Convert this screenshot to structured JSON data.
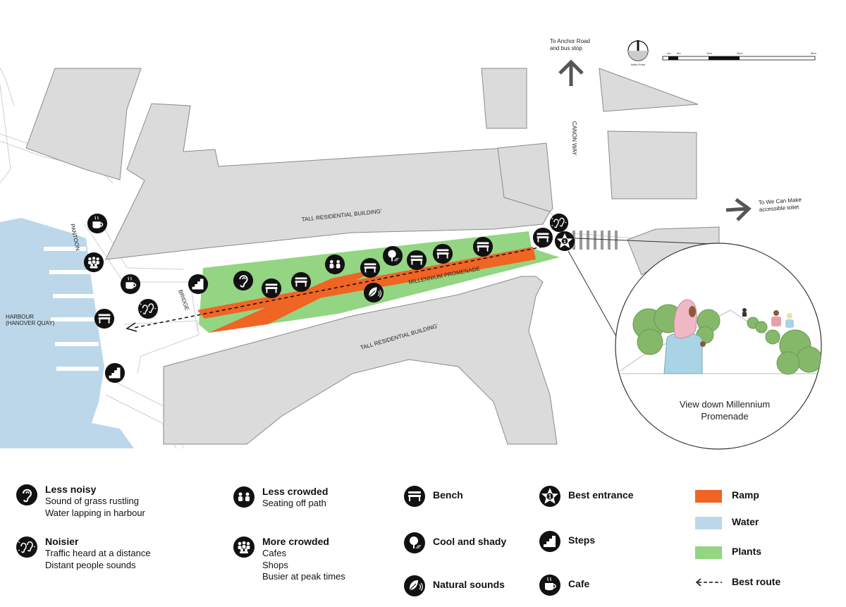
{
  "labels": {
    "anchor": [
      "To Anchor Road",
      "and bus stop"
    ],
    "wecanmake": [
      "To We Can Make",
      "accessible toliet"
    ],
    "canon_way": "CANON WAY",
    "tall_building_north": "TALL RESIDENTIAL BUILDING’",
    "tall_building_south": "TALL RESIDENTIAL BUILDING’",
    "promenade": "MILLENNIUM PROMENADE",
    "pantoon": "PANTOON",
    "bridge": "BRIDGE",
    "harbour": [
      "HARBOUR",
      "(HANOVER QUAY)"
    ],
    "view_caption": [
      "View down Millennium",
      "Promenade"
    ],
    "scale_bar": [
      "0m",
      "5m",
      "10m",
      "20m",
      "50m"
    ],
    "north": "North Point"
  },
  "colors": {
    "ramp": "#f06424",
    "water": "#bcd7ea",
    "plants": "#93d582",
    "building": "#dcdbdb",
    "icon": "#111111"
  },
  "legend": {
    "less_noisy": {
      "icon": "ear-icon",
      "title": "Less noisy",
      "lines": [
        "Sound of grass rustling",
        "Water lapping in harbour"
      ]
    },
    "noisier": {
      "icon": "noise-ears-icon",
      "title": "Noisier",
      "lines": [
        "Traffic heard at a distance",
        "Distant people sounds"
      ]
    },
    "less_crowded": {
      "icon": "two-people-icon",
      "title": "Less crowded",
      "lines": [
        "Seating off path"
      ]
    },
    "more_crowded": {
      "icon": "crowd-icon",
      "title": "More crowded",
      "lines": [
        "Cafes",
        "Shops",
        "Busier at peak times"
      ]
    },
    "bench": {
      "icon": "bench-icon",
      "title": "Bench"
    },
    "cool_shady": {
      "icon": "tree-icon",
      "title": "Cool and shady"
    },
    "natural_sounds": {
      "icon": "leaf-sound-icon",
      "title": "Natural sounds"
    },
    "best_entrance": {
      "icon": "star-icon",
      "title": "Best entrance",
      "badge": "1"
    },
    "steps": {
      "icon": "steps-icon",
      "title": "Steps"
    },
    "cafe": {
      "icon": "cafe-cup-icon",
      "title": "Cafe"
    },
    "ramp": {
      "title": "Ramp"
    },
    "water": {
      "title": "Water"
    },
    "plants": {
      "title": "Plants"
    },
    "best_route": {
      "icon": "dashed-arrow-icon",
      "title": "Best route"
    }
  }
}
